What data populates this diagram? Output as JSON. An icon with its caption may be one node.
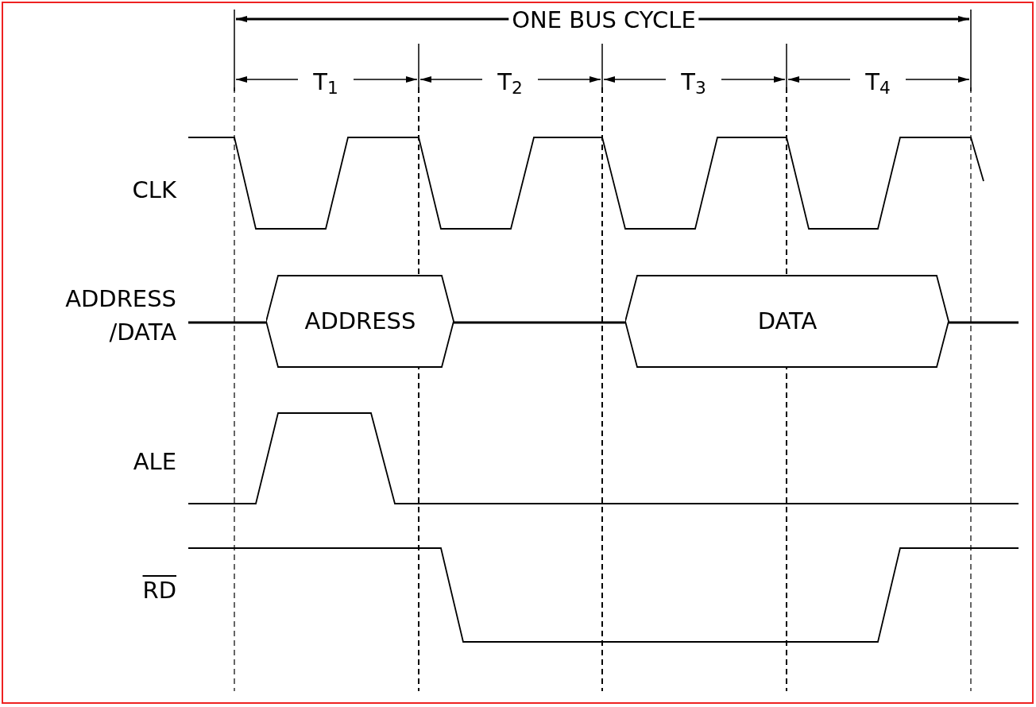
{
  "diagram": {
    "nodes": [
      {
        "text": [
          "ADDRESS"
        ]
      },
      {
        "text": [
          "DATA"
        ]
      }
    ],
    "edges": [],
    "labels": [
      "ONE BUS CYCLE",
      "T$_{1}$",
      "T$_{2}$",
      "T$_{3}$",
      "T$_{4}$",
      "CLK",
      "ADDRESS /DATA",
      "ALE",
      "RD"
    ]
  }
}
